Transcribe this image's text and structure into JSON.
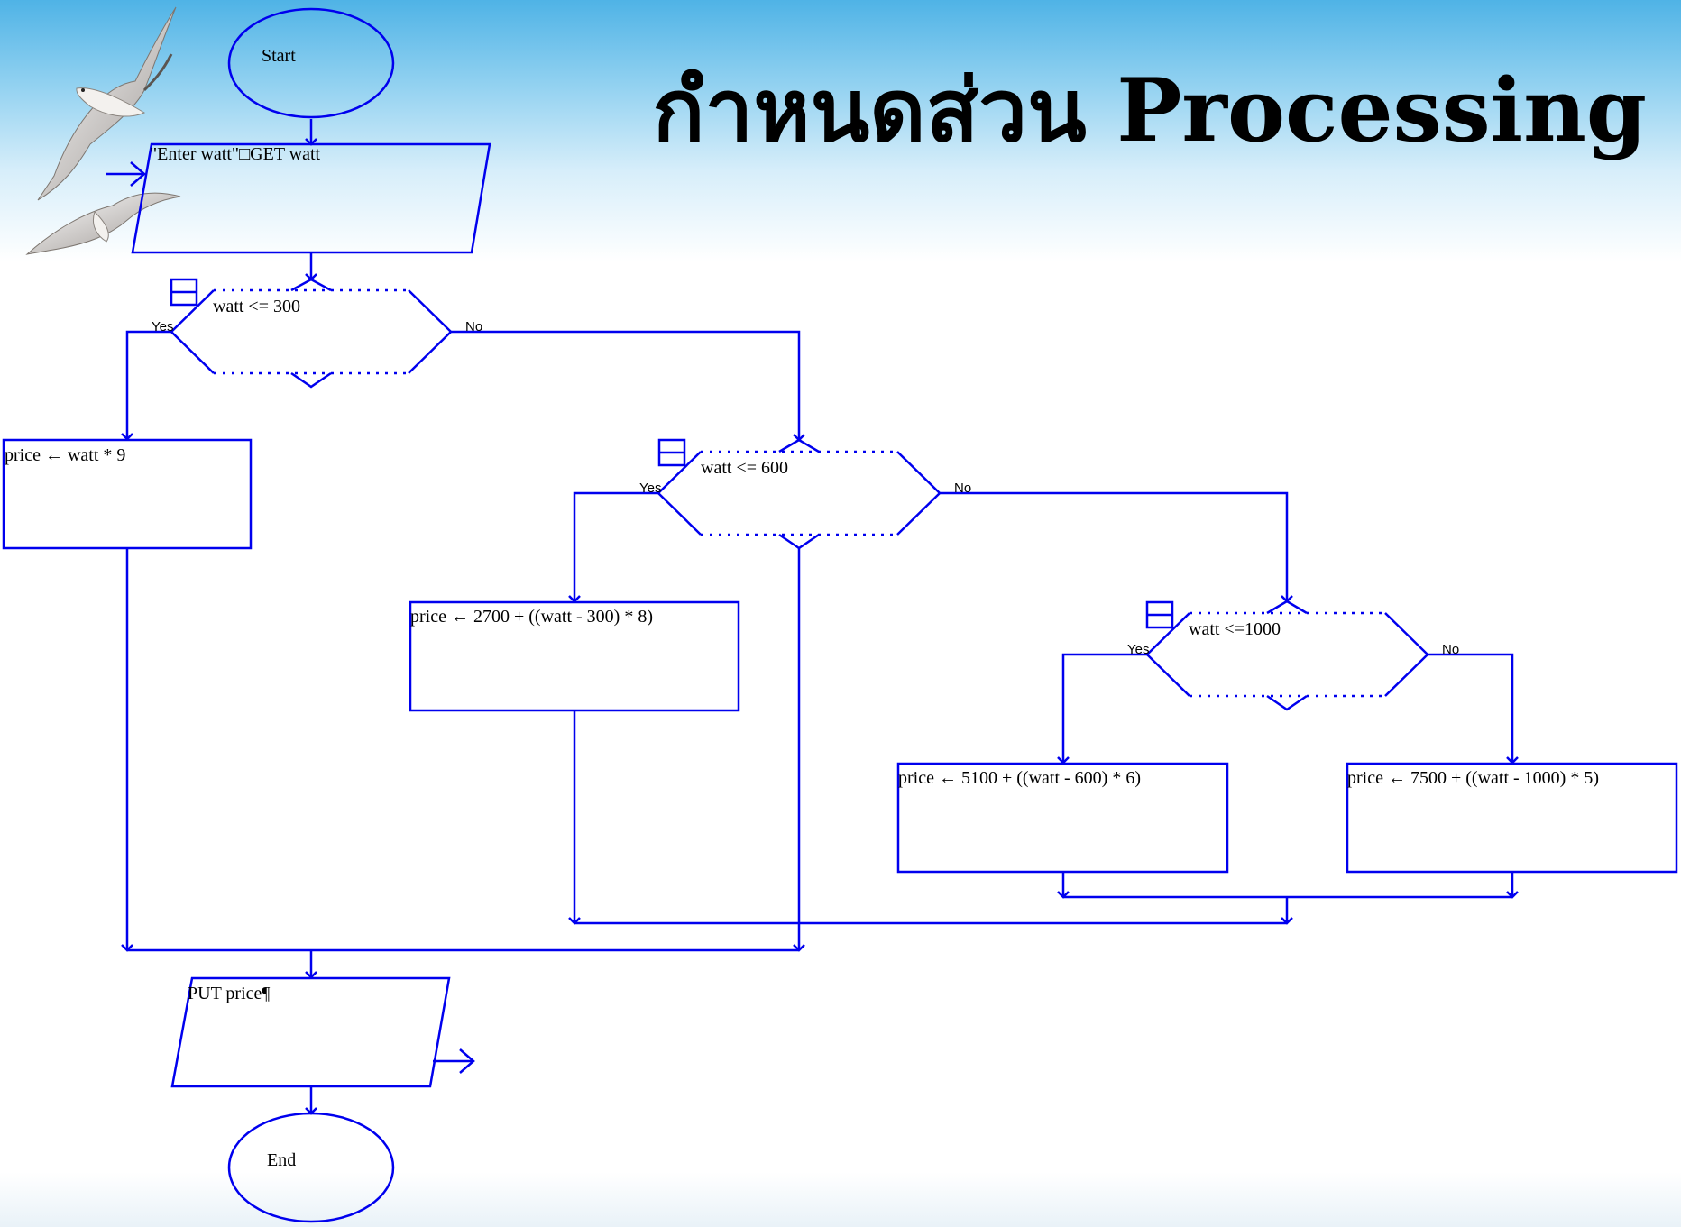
{
  "slide": {
    "title": "กำหนดส่วน Processing"
  },
  "flowchart": {
    "start": "Start",
    "input": "\"Enter watt\"□GET watt",
    "decision1": {
      "condition": "watt <= 300",
      "yes": "Yes",
      "no": "No"
    },
    "process1": "price ← watt  *  9",
    "decision2": {
      "condition": "watt <= 600",
      "yes": "Yes",
      "no": "No"
    },
    "process2": "price ← 2700  +  ((watt - 300) * 8)",
    "decision3": {
      "condition": "watt <=1000",
      "yes": "Yes",
      "no": "No"
    },
    "process3": "price ← 5100  +  ((watt - 600) * 6)",
    "process4": "price ← 7500  +  ((watt - 1000) * 5)",
    "output": "PUT price¶",
    "end": "End"
  },
  "colors": {
    "flow": "#0000ee",
    "sky": "#4fb3e6"
  },
  "icons": [
    "seagull-image",
    "seagull-image"
  ]
}
